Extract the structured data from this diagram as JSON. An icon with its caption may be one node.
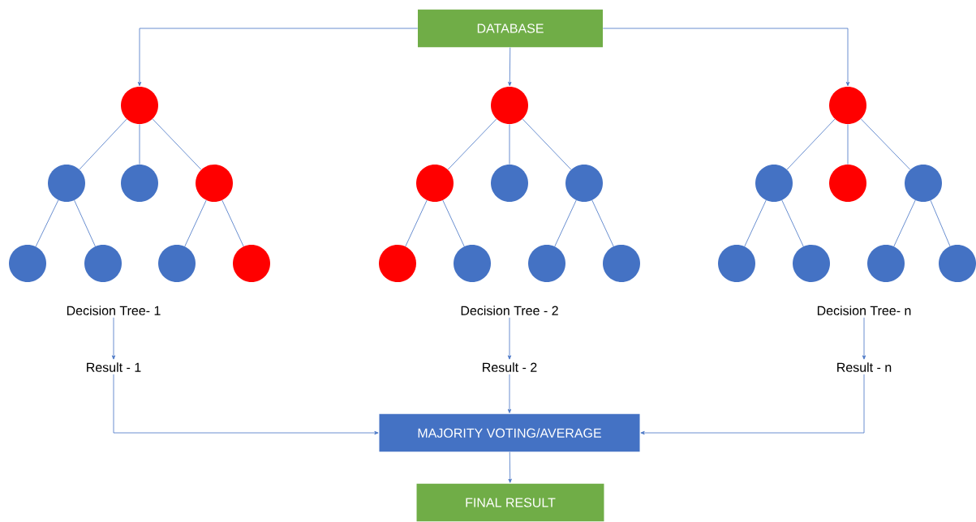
{
  "diagram": {
    "nodes": [
      {
        "text": [
          "DATABASE"
        ]
      },
      {
        "text": [],
        "shape": "circle"
      },
      {
        "text": [],
        "shape": "circle"
      },
      {
        "text": [],
        "shape": "circle"
      },
      {
        "text": [],
        "shape": "circle"
      },
      {
        "text": [],
        "shape": "circle"
      },
      {
        "text": [],
        "shape": "circle"
      },
      {
        "text": [],
        "shape": "circle"
      },
      {
        "text": [],
        "shape": "circle"
      },
      {
        "text": [],
        "shape": "circle"
      },
      {
        "text": [],
        "shape": "circle"
      },
      {
        "text": [],
        "shape": "circle"
      },
      {
        "text": [],
        "shape": "circle"
      },
      {
        "text": [],
        "shape": "circle"
      },
      {
        "text": [],
        "shape": "circle"
      },
      {
        "text": [],
        "shape": "circle"
      },
      {
        "text": [],
        "shape": "circle"
      },
      {
        "text": [],
        "shape": "circle"
      },
      {
        "text": [],
        "shape": "circle"
      },
      {
        "text": [],
        "shape": "circle"
      },
      {
        "text": [],
        "shape": "circle"
      },
      {
        "text": [],
        "shape": "circle"
      },
      {
        "text": [],
        "shape": "circle"
      },
      {
        "text": [],
        "shape": "circle"
      },
      {
        "text": [],
        "shape": "circle"
      },
      {
        "text": [
          "Decision Tree- 1"
        ]
      },
      {
        "text": [
          "Decision Tree - 2"
        ]
      },
      {
        "text": [
          "Decision Tree- n"
        ]
      },
      {
        "text": [
          "Result - 1"
        ]
      },
      {
        "text": [
          "Result - 2"
        ]
      },
      {
        "text": [
          "Result - n"
        ]
      },
      {
        "text": [
          "MAJORITY VOTING/AVERAGE"
        ]
      },
      {
        "text": [
          "FINAL RESULT"
        ]
      }
    ],
    "edges": [
      {
        "from": 0,
        "to": 1,
        "arrow": "to"
      },
      {
        "from": 0,
        "to": 9,
        "arrow": "to"
      },
      {
        "from": 0,
        "to": 17,
        "arrow": "to"
      },
      {
        "from": 1,
        "to": 2,
        "arrow": "none"
      },
      {
        "from": 1,
        "to": 3,
        "arrow": "none"
      },
      {
        "from": 1,
        "to": 4,
        "arrow": "none"
      },
      {
        "from": 2,
        "to": 5,
        "arrow": "none"
      },
      {
        "from": 2,
        "to": 6,
        "arrow": "none"
      },
      {
        "from": 4,
        "to": 7,
        "arrow": "none"
      },
      {
        "from": 4,
        "to": 8,
        "arrow": "none"
      },
      {
        "from": 9,
        "to": 10,
        "arrow": "none"
      },
      {
        "from": 9,
        "to": 11,
        "arrow": "none"
      },
      {
        "from": 9,
        "to": 12,
        "arrow": "none"
      },
      {
        "from": 10,
        "to": 13,
        "arrow": "none"
      },
      {
        "from": 10,
        "to": 14,
        "arrow": "none"
      },
      {
        "from": 12,
        "to": 15,
        "arrow": "none"
      },
      {
        "from": 12,
        "to": 16,
        "arrow": "none"
      },
      {
        "from": 17,
        "to": 18,
        "arrow": "none"
      },
      {
        "from": 17,
        "to": 19,
        "arrow": "none"
      },
      {
        "from": 17,
        "to": 20,
        "arrow": "none"
      },
      {
        "from": 18,
        "to": 21,
        "arrow": "none"
      },
      {
        "from": 18,
        "to": 22,
        "arrow": "none"
      },
      {
        "from": 20,
        "to": 23,
        "arrow": "none"
      },
      {
        "from": 20,
        "to": 24,
        "arrow": "none"
      },
      {
        "from": 25,
        "to": 28,
        "arrow": "to"
      },
      {
        "from": 26,
        "to": 29,
        "arrow": "to"
      },
      {
        "from": 27,
        "to": 30,
        "arrow": "to"
      },
      {
        "from": 28,
        "to": 31,
        "arrow": "to"
      },
      {
        "from": 29,
        "to": 31,
        "arrow": "to"
      },
      {
        "from": 30,
        "to": 31,
        "arrow": "to"
      },
      {
        "from": 31,
        "to": 32,
        "arrow": "to"
      }
    ]
  }
}
